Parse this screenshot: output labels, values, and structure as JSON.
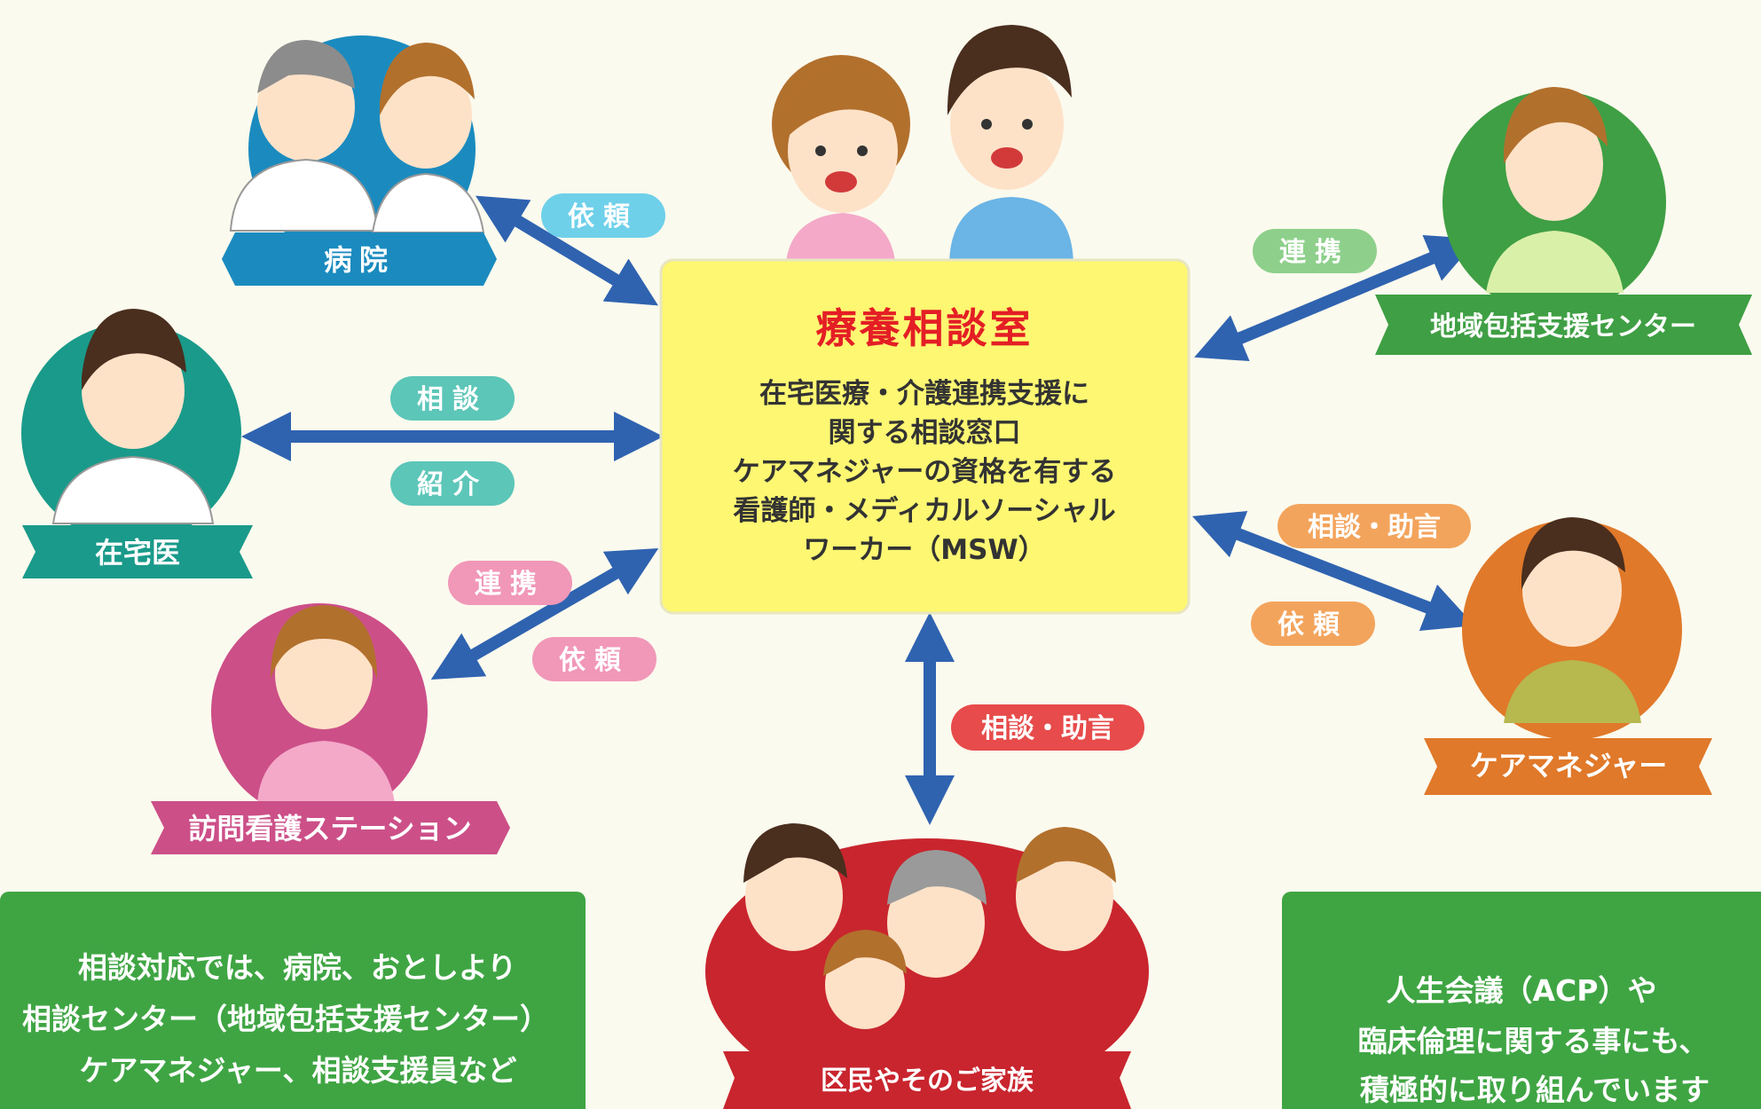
{
  "center": {
    "title": "療養相談室",
    "lines": [
      "在宅医療・介護連携支援に",
      "関する相談窓口",
      "ケアマネジャーの資格を有する",
      "看護師・メディカルソーシャル",
      "ワーカー（MSW）"
    ]
  },
  "nodes": {
    "hospital": "病院",
    "home_doctor": "在宅医",
    "visiting_nurse": "訪問看護ステーション",
    "community_center": "地域包括支援センター",
    "care_manager": "ケアマネジャー",
    "residents": "区民やそのご家族"
  },
  "edge_labels": {
    "hospital": "依頼",
    "home_doctor_top": "相談",
    "home_doctor_bottom": "紹介",
    "visiting_nurse_top": "連携",
    "visiting_nurse_bottom": "依頼",
    "community_center": "連携",
    "care_manager_top": "相談・助言",
    "care_manager_bottom": "依頼",
    "residents": "相談・助言"
  },
  "notes": {
    "left": [
      "相談対応では、病院、おとしより",
      "相談センター（地域包括支援センター）",
      "ケアマネジャー、相談支援員など"
    ],
    "right": [
      "人生会議（ACP）や",
      "臨床倫理に関する事にも、",
      "積極的に取り組んでいます"
    ]
  },
  "colors": {
    "center_box": "#fdf772",
    "title_red": "#e41e25",
    "arrow_blue": "#2f63b0",
    "hospital": "#1b8bbf",
    "home_doctor": "#1a9a8a",
    "visiting_nurse": "#cc4f88",
    "community_center": "#3f9f44",
    "care_manager": "#e0792a",
    "residents": "#c9252e",
    "label_cyan": "#6fd0ea",
    "label_teal": "#5cc6b8",
    "label_pink": "#f197b8",
    "label_green": "#8ed08b",
    "label_orange": "#f3a45c",
    "label_red": "#e74b4b",
    "note_green": "#3fa543"
  }
}
